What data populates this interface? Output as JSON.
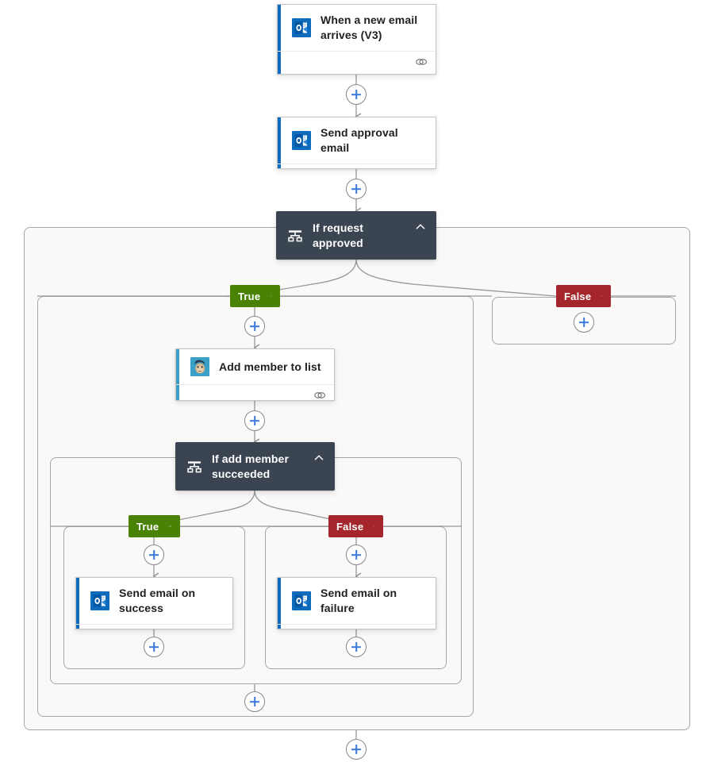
{
  "canvas": {
    "background": "#ffffff",
    "scope_background": "#faf9f8",
    "scope_border": "#a6a6a6",
    "wire_color": "#97979b"
  },
  "theme": {
    "card_background": "#ffffff",
    "card_border": "#c8c6c4",
    "condition_background": "#3b4552",
    "true_color": "#498205",
    "false_color": "#a4262c",
    "plus_color": "#3b78d8",
    "outlook_blue": "#0f6cbd",
    "mailchimp_teal": "#3aa0c8"
  },
  "steps": {
    "trigger": {
      "title": "When a new email arrives (V3)",
      "icon": "outlook-icon",
      "connector": "Office 365 Outlook",
      "accent": "#0f6cbd",
      "footer_icon": "connection-link-icon"
    },
    "send_approval": {
      "title": "Send approval email",
      "icon": "outlook-icon",
      "connector": "Office 365 Outlook",
      "accent": "#0f6cbd",
      "footer_icon": "connection-link-icon"
    },
    "condition_outer": {
      "title": "If request approved",
      "icon": "condition-icon",
      "chevron": "chevron-up-icon"
    },
    "add_member": {
      "title": "Add member to list",
      "icon": "mailchimp-icon",
      "connector": "Mailchimp",
      "accent": "#3aa0c8",
      "footer_icon": "connection-link-icon"
    },
    "condition_inner": {
      "title": "If add member succeeded",
      "icon": "condition-icon",
      "chevron": "chevron-up-icon"
    },
    "send_success": {
      "title": "Send email on success",
      "icon": "outlook-icon",
      "connector": "Office 365 Outlook",
      "accent": "#0f6cbd",
      "footer_icon": "connection-link-icon"
    },
    "send_failure": {
      "title": "Send email on failure",
      "icon": "outlook-icon",
      "connector": "Office 365 Outlook",
      "accent": "#0f6cbd",
      "footer_icon": "connection-link-icon"
    }
  },
  "branches": {
    "outer_true": {
      "label": "True",
      "chevron": "chevron-up-icon"
    },
    "outer_false": {
      "label": "False",
      "chevron": "chevron-up-icon"
    },
    "inner_true": {
      "label": "True",
      "chevron": "chevron-up-icon"
    },
    "inner_false": {
      "label": "False",
      "chevron": "chevron-up-icon"
    }
  },
  "add_buttons": [
    {
      "id": "after-trigger",
      "label": "+"
    },
    {
      "id": "after-send-approval",
      "label": "+"
    },
    {
      "id": "outer-true-top",
      "label": "+"
    },
    {
      "id": "outer-false-empty",
      "label": "+"
    },
    {
      "id": "after-add-member",
      "label": "+"
    },
    {
      "id": "inner-true-top",
      "label": "+"
    },
    {
      "id": "inner-false-top",
      "label": "+"
    },
    {
      "id": "inner-true-bottom",
      "label": "+"
    },
    {
      "id": "inner-false-bottom",
      "label": "+"
    },
    {
      "id": "outer-true-bottom",
      "label": "+"
    },
    {
      "id": "after-condition-outer",
      "label": "+"
    }
  ]
}
